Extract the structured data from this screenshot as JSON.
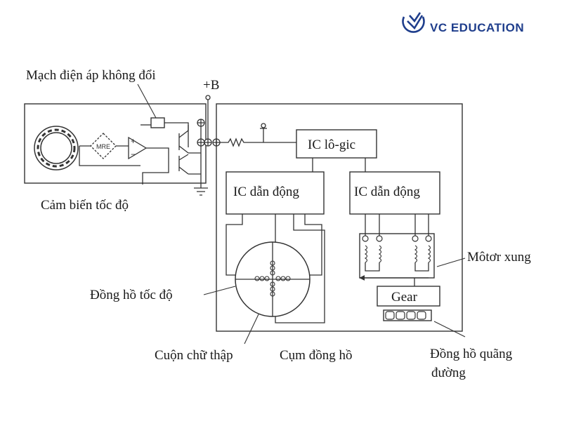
{
  "brand": {
    "name": "VC EDUCATION",
    "color": "#1f3e8c"
  },
  "labels": {
    "constant_voltage": "Mạch điện áp không đổi",
    "plus_b": "+B",
    "speed_sensor": "Cảm biến tốc độ",
    "logic_ic": "IC lô-gic",
    "driver_ic_left": "IC dẫn động",
    "driver_ic_right": "IC dẫn động",
    "stepper_motor": "Môtơr xung",
    "speedometer": "Đồng hồ tốc độ",
    "gear": "Gear",
    "cross_coil": "Cuộn chữ thập",
    "meter_assembly": "Cụm đồng hồ",
    "odometer_line1": "Đồng hồ quãng",
    "odometer_line2": "đường",
    "mre": "MRE"
  }
}
